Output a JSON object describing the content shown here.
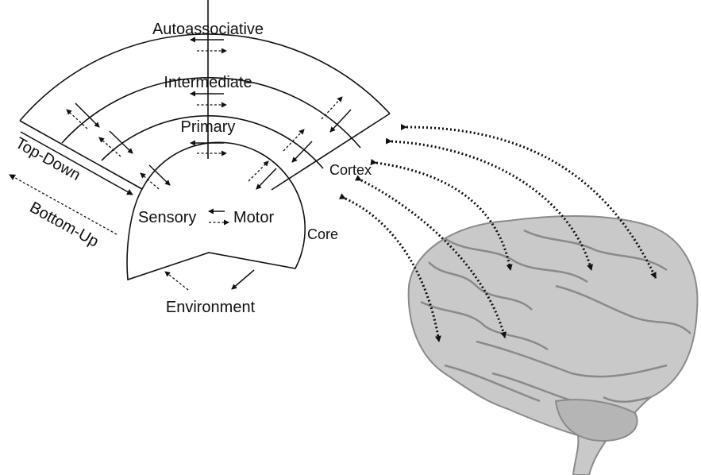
{
  "labels": {
    "autoassociative": "Autoassociative",
    "intermediate": "Intermediate",
    "primary": "Primary",
    "top_down": "Top-Down",
    "bottom_up": "Bottom-Up",
    "cortex": "Cortex",
    "sensory": "Sensory",
    "motor": "Motor",
    "core": "Core",
    "environment": "Environment"
  },
  "colors": {
    "ink": "#111111",
    "brain_fill": "#c9c9c9",
    "brain_shadow": "#8a8a8a"
  }
}
